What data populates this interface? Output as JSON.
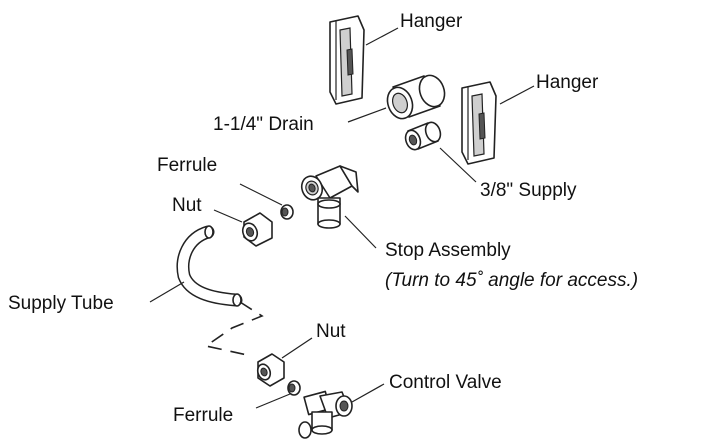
{
  "labels": {
    "hanger_top": "Hanger",
    "hanger_right": "Hanger",
    "drain": "1-1/4\" Drain",
    "supply": "3/8\" Supply",
    "ferrule_top": "Ferrule",
    "nut_top": "Nut",
    "stop_assembly": "Stop Assembly",
    "stop_assembly_note": "(Turn to 45˚ angle for access.)",
    "supply_tube": "Supply Tube",
    "nut_bottom": "Nut",
    "control_valve": "Control Valve",
    "ferrule_bottom": "Ferrule"
  }
}
